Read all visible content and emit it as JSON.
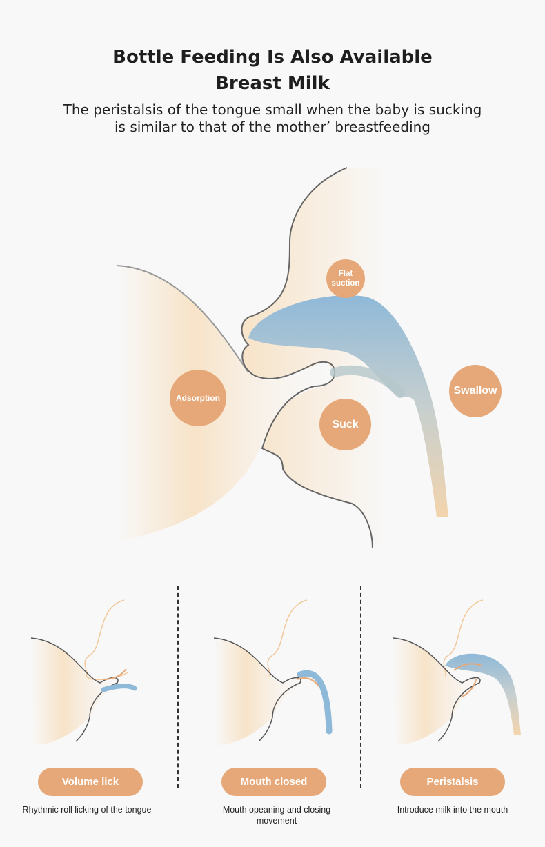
{
  "title_line1": "Bottle Feeding Is Also Available",
  "title_line2": "Breast Milk",
  "subtitle_line1": "The peristalsis of the tongue small when the baby is sucking",
  "subtitle_line2": "is similar to that of the mother’ breastfeeding",
  "labels": {
    "flat_suction_1": "Flat",
    "flat_suction_2": "suction",
    "adsorption": "Adsorption",
    "suck": "Suck",
    "swallow": "Swallow"
  },
  "steps": [
    {
      "label": "Volume lick",
      "caption": "Rhythmic roll licking of the tongue"
    },
    {
      "label": "Mouth closed",
      "caption": "Mouth opeaning and closing movement"
    },
    {
      "label": "Peristalsis",
      "caption": "Introduce milk into the mouth"
    }
  ],
  "colors": {
    "accent": "#e6a878",
    "tongue": "#8fb9d8",
    "skin": "#f7e3c8"
  }
}
